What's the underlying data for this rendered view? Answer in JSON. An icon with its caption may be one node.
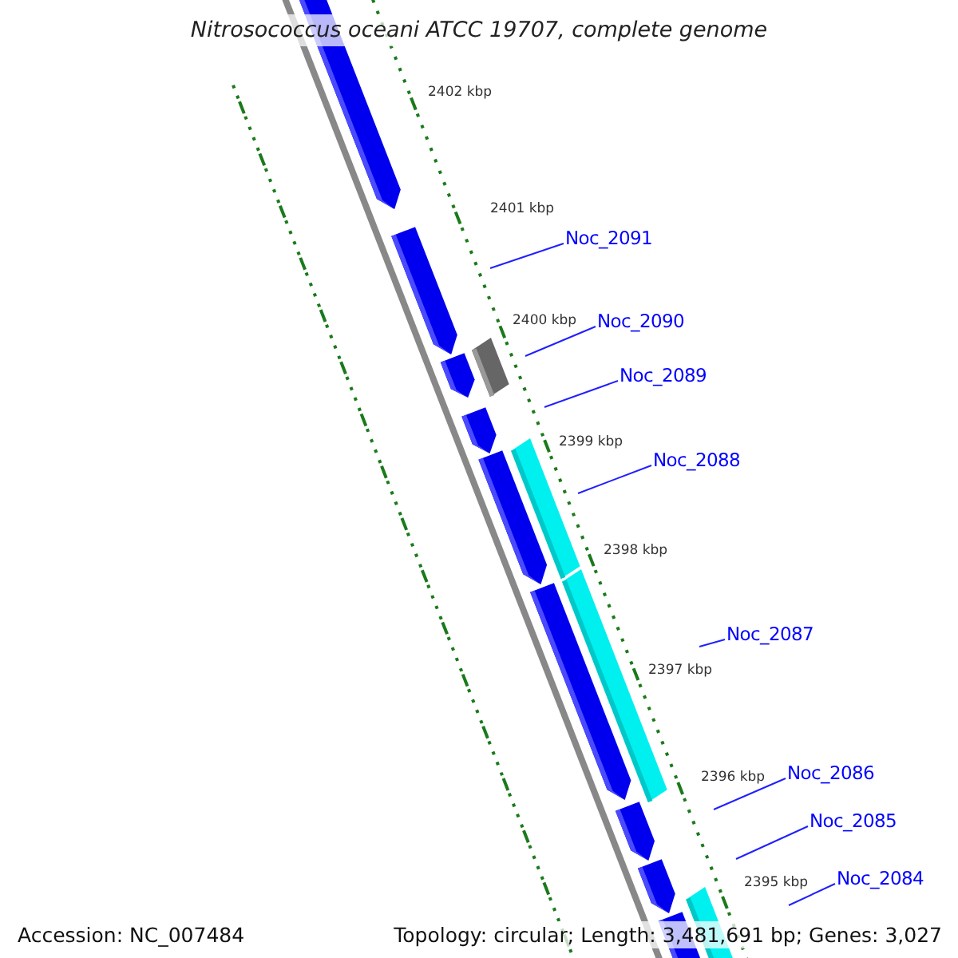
{
  "diagram": {
    "title": "Nitrosococcus oceani ATCC 19707, complete genome",
    "nodes": [
      {
        "text": [
          "Noc_2091"
        ]
      },
      {
        "text": [
          "Noc_2090"
        ]
      },
      {
        "text": [
          "Noc_2089"
        ]
      },
      {
        "text": [
          "Noc_2088"
        ]
      },
      {
        "text": [
          "Noc_2087"
        ]
      },
      {
        "text": [
          "Noc_2086"
        ]
      },
      {
        "text": [
          "Noc_2085"
        ]
      },
      {
        "text": [
          "Noc_2084"
        ]
      }
    ],
    "edges": [
      {
        "from": 0,
        "to": null,
        "arrow": "none"
      },
      {
        "from": 1,
        "to": null,
        "arrow": "none"
      },
      {
        "from": 2,
        "to": null,
        "arrow": "none"
      },
      {
        "from": 3,
        "to": null,
        "arrow": "none"
      },
      {
        "from": 4,
        "to": null,
        "arrow": "none"
      },
      {
        "from": 5,
        "to": null,
        "arrow": "none"
      },
      {
        "from": 6,
        "to": null,
        "arrow": "none"
      },
      {
        "from": 7,
        "to": null,
        "arrow": "none"
      }
    ],
    "labels": [
      "2402 kbp",
      "2401 kbp",
      "2400 kbp",
      "2399 kbp",
      "2398 kbp",
      "2397 kbp",
      "2396 kbp",
      "2395 kbp",
      "Accession: NC_007484",
      "Topology: circular; Length: 3,481,691 bp; Genes: 3,027"
    ]
  }
}
